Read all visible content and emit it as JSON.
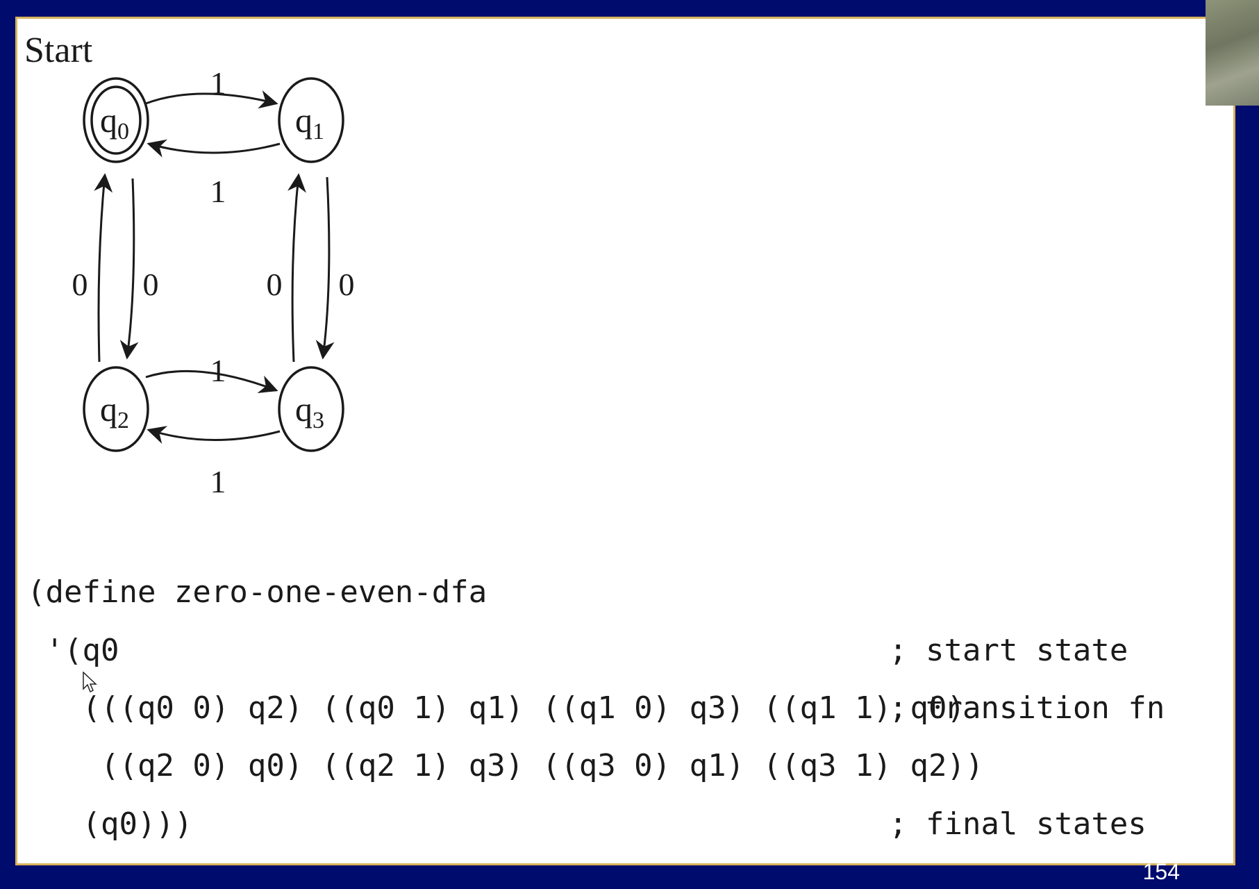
{
  "diagram": {
    "start_label": "Start",
    "states": [
      {
        "name": "q",
        "sub": "0",
        "accepting": true
      },
      {
        "name": "q",
        "sub": "1",
        "accepting": false
      },
      {
        "name": "q",
        "sub": "2",
        "accepting": false
      },
      {
        "name": "q",
        "sub": "3",
        "accepting": false
      }
    ],
    "transitions": [
      {
        "from": "q0",
        "to": "q1",
        "label": "1"
      },
      {
        "from": "q1",
        "to": "q0",
        "label": "1"
      },
      {
        "from": "q2",
        "to": "q3",
        "label": "1"
      },
      {
        "from": "q3",
        "to": "q2",
        "label": "1"
      },
      {
        "from": "q2",
        "to": "q0",
        "label": "0"
      },
      {
        "from": "q0",
        "to": "q2",
        "label": "0"
      },
      {
        "from": "q3",
        "to": "q1",
        "label": "0"
      },
      {
        "from": "q1",
        "to": "q3",
        "label": "0"
      }
    ]
  },
  "code": {
    "lines": [
      "(define zero-one-even-dfa",
      " '(q0",
      "   (((q0 0) q2) ((q0 1) q1) ((q1 0) q3) ((q1 1) q0)",
      "    ((q2 0) q0) ((q2 1) q3) ((q3 0) q1) ((q3 1) q2))",
      "   (q0)))"
    ],
    "comments": [
      "; start state",
      "; transition fn",
      "; final states"
    ]
  },
  "slide_number": "154",
  "colors": {
    "background": "#000b6e",
    "slide_border": "#d9b35c",
    "ink": "#1a1a1a"
  }
}
